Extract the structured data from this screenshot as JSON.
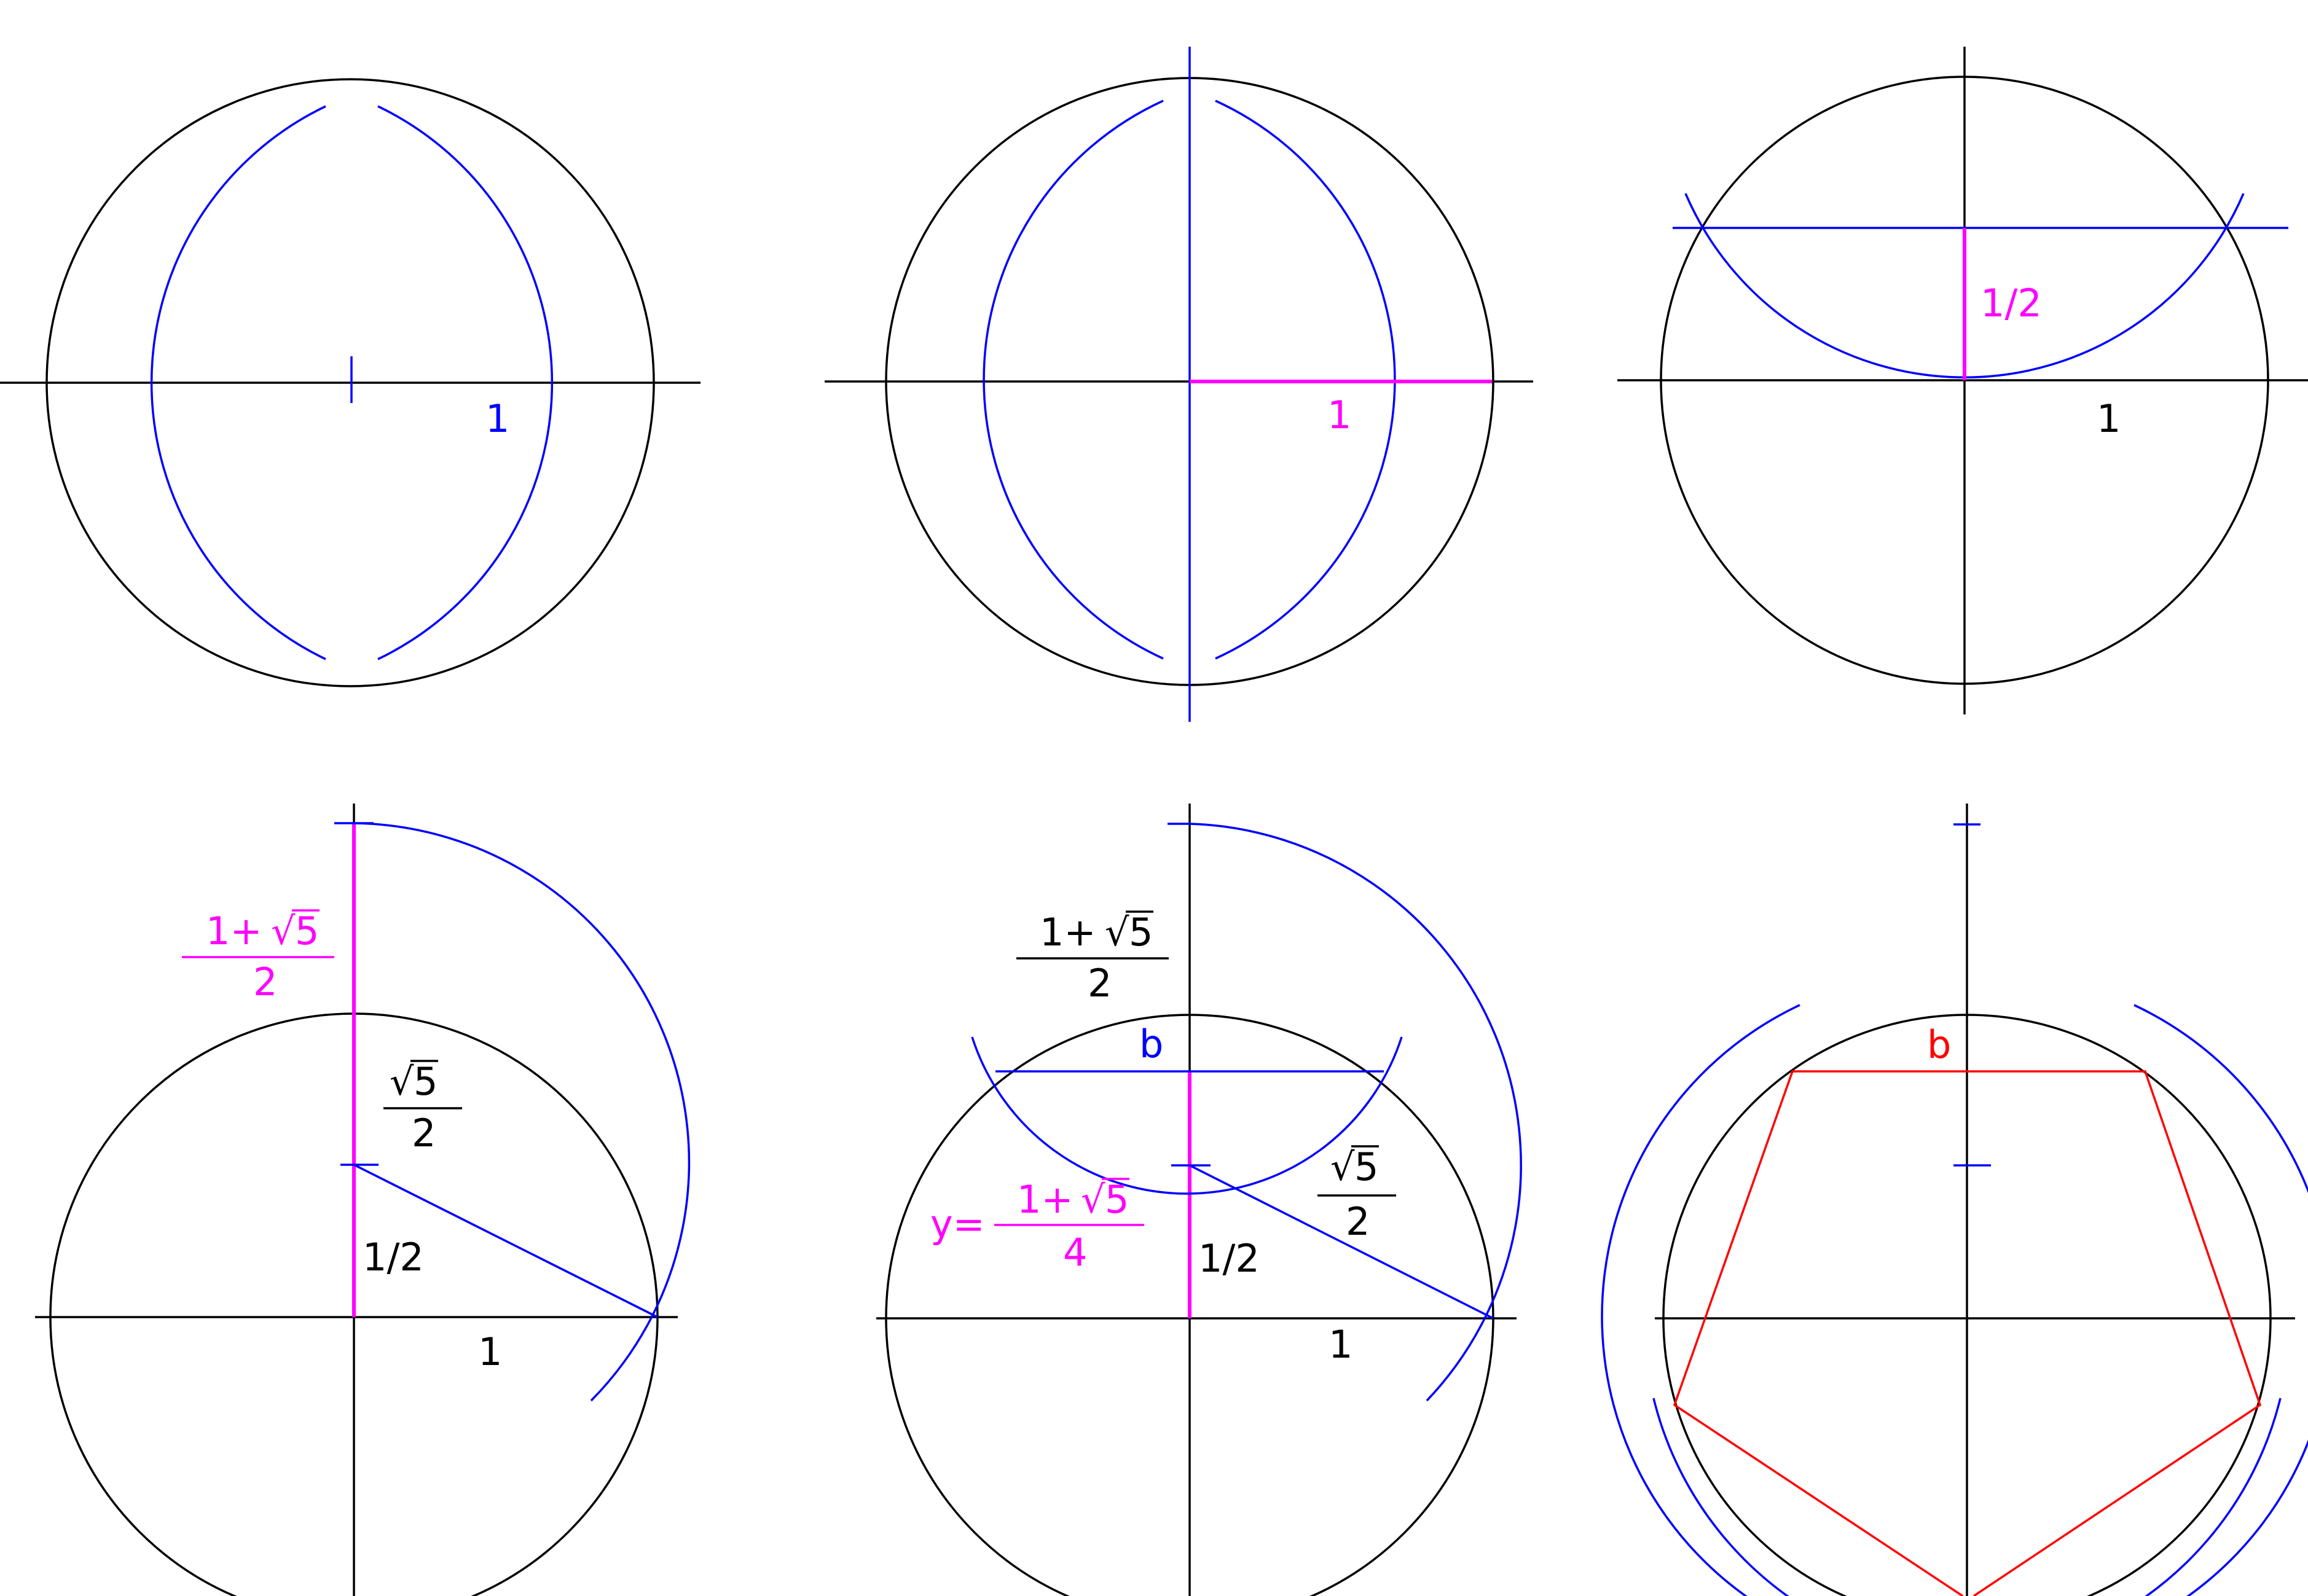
{
  "colors": {
    "construction": "#000000",
    "compass": "#0000ff",
    "highlight": "#ff00ff",
    "pentagon": "#ff0000",
    "background": "#ffffff"
  },
  "panels": [
    {
      "id": "p1",
      "labels": {
        "unit": "1"
      }
    },
    {
      "id": "p2",
      "labels": {
        "unit": "1"
      }
    },
    {
      "id": "p3",
      "labels": {
        "half": "1/2",
        "unit": "1"
      }
    },
    {
      "id": "p4",
      "labels": {
        "top_num": "1+",
        "top_rad": "5",
        "top_den": "2",
        "mid_rad": "5",
        "mid_den": "2",
        "half": "1/2",
        "unit": "1"
      }
    },
    {
      "id": "p5",
      "labels": {
        "top_num": "1+",
        "top_rad": "5",
        "top_den": "2",
        "b": "b",
        "mid_rad": "5",
        "mid_den": "2",
        "y_pre": "y=",
        "y_num": "1+",
        "y_rad": "5",
        "y_den": "4",
        "half": "1/2",
        "unit": "1"
      }
    },
    {
      "id": "p6",
      "labels": {
        "b": "b"
      }
    }
  ]
}
